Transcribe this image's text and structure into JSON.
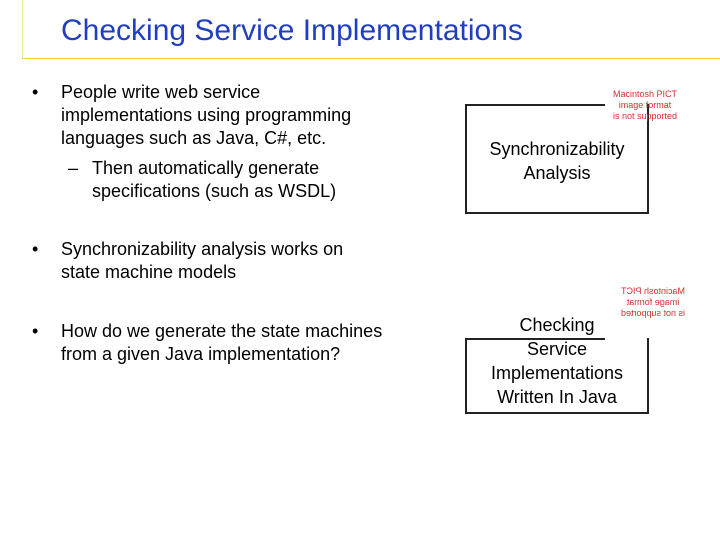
{
  "title": "Checking Service Implementations",
  "bullets": [
    {
      "lines": [
        "People write web service",
        "implementations using programming",
        "languages such as Java, C#, etc."
      ],
      "sub": [
        "Then automatically generate",
        "specifications (such as WSDL)"
      ]
    },
    {
      "lines": [
        "Synchronizability analysis works on",
        "state machine models"
      ]
    },
    {
      "lines": [
        "How do we generate the state machines",
        "from a given Java implementation?"
      ]
    }
  ],
  "bullet_glyph": "•",
  "sub_glyph": "–",
  "boxes": [
    {
      "lines": [
        "Synchronizability",
        "Analysis"
      ],
      "placeholder": [
        "Macintosh PICT",
        "image format",
        "is not supported"
      ]
    },
    {
      "lines": [
        "Checking",
        "Service",
        "Implementations",
        "Written In Java"
      ],
      "placeholder": [
        "Macintosh PICT",
        "image format",
        "is not supported"
      ]
    }
  ],
  "colors": {
    "title": "#1f3fbf",
    "rule": "#f0d23a",
    "placeholder": "#d03030"
  }
}
